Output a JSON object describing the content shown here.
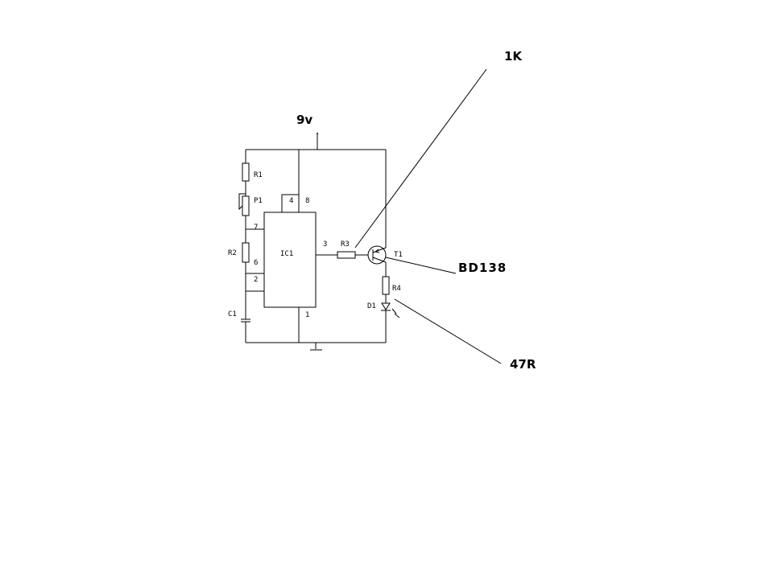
{
  "supply": {
    "label": "9v"
  },
  "components": {
    "r1": "R1",
    "p1": "P1",
    "r2": "R2",
    "c1": "C1",
    "ic1": "IC1",
    "r3": "R3",
    "t1": "T1",
    "r4": "R4",
    "d1": "D1"
  },
  "pins": {
    "pin4": "4",
    "pin8": "8",
    "pin7": "7",
    "pin6": "6",
    "pin2": "2",
    "pin3": "3",
    "pin1": "1"
  },
  "callouts": {
    "r3_value": "1K",
    "t1_part": "BD138",
    "r4_value": "47R"
  }
}
